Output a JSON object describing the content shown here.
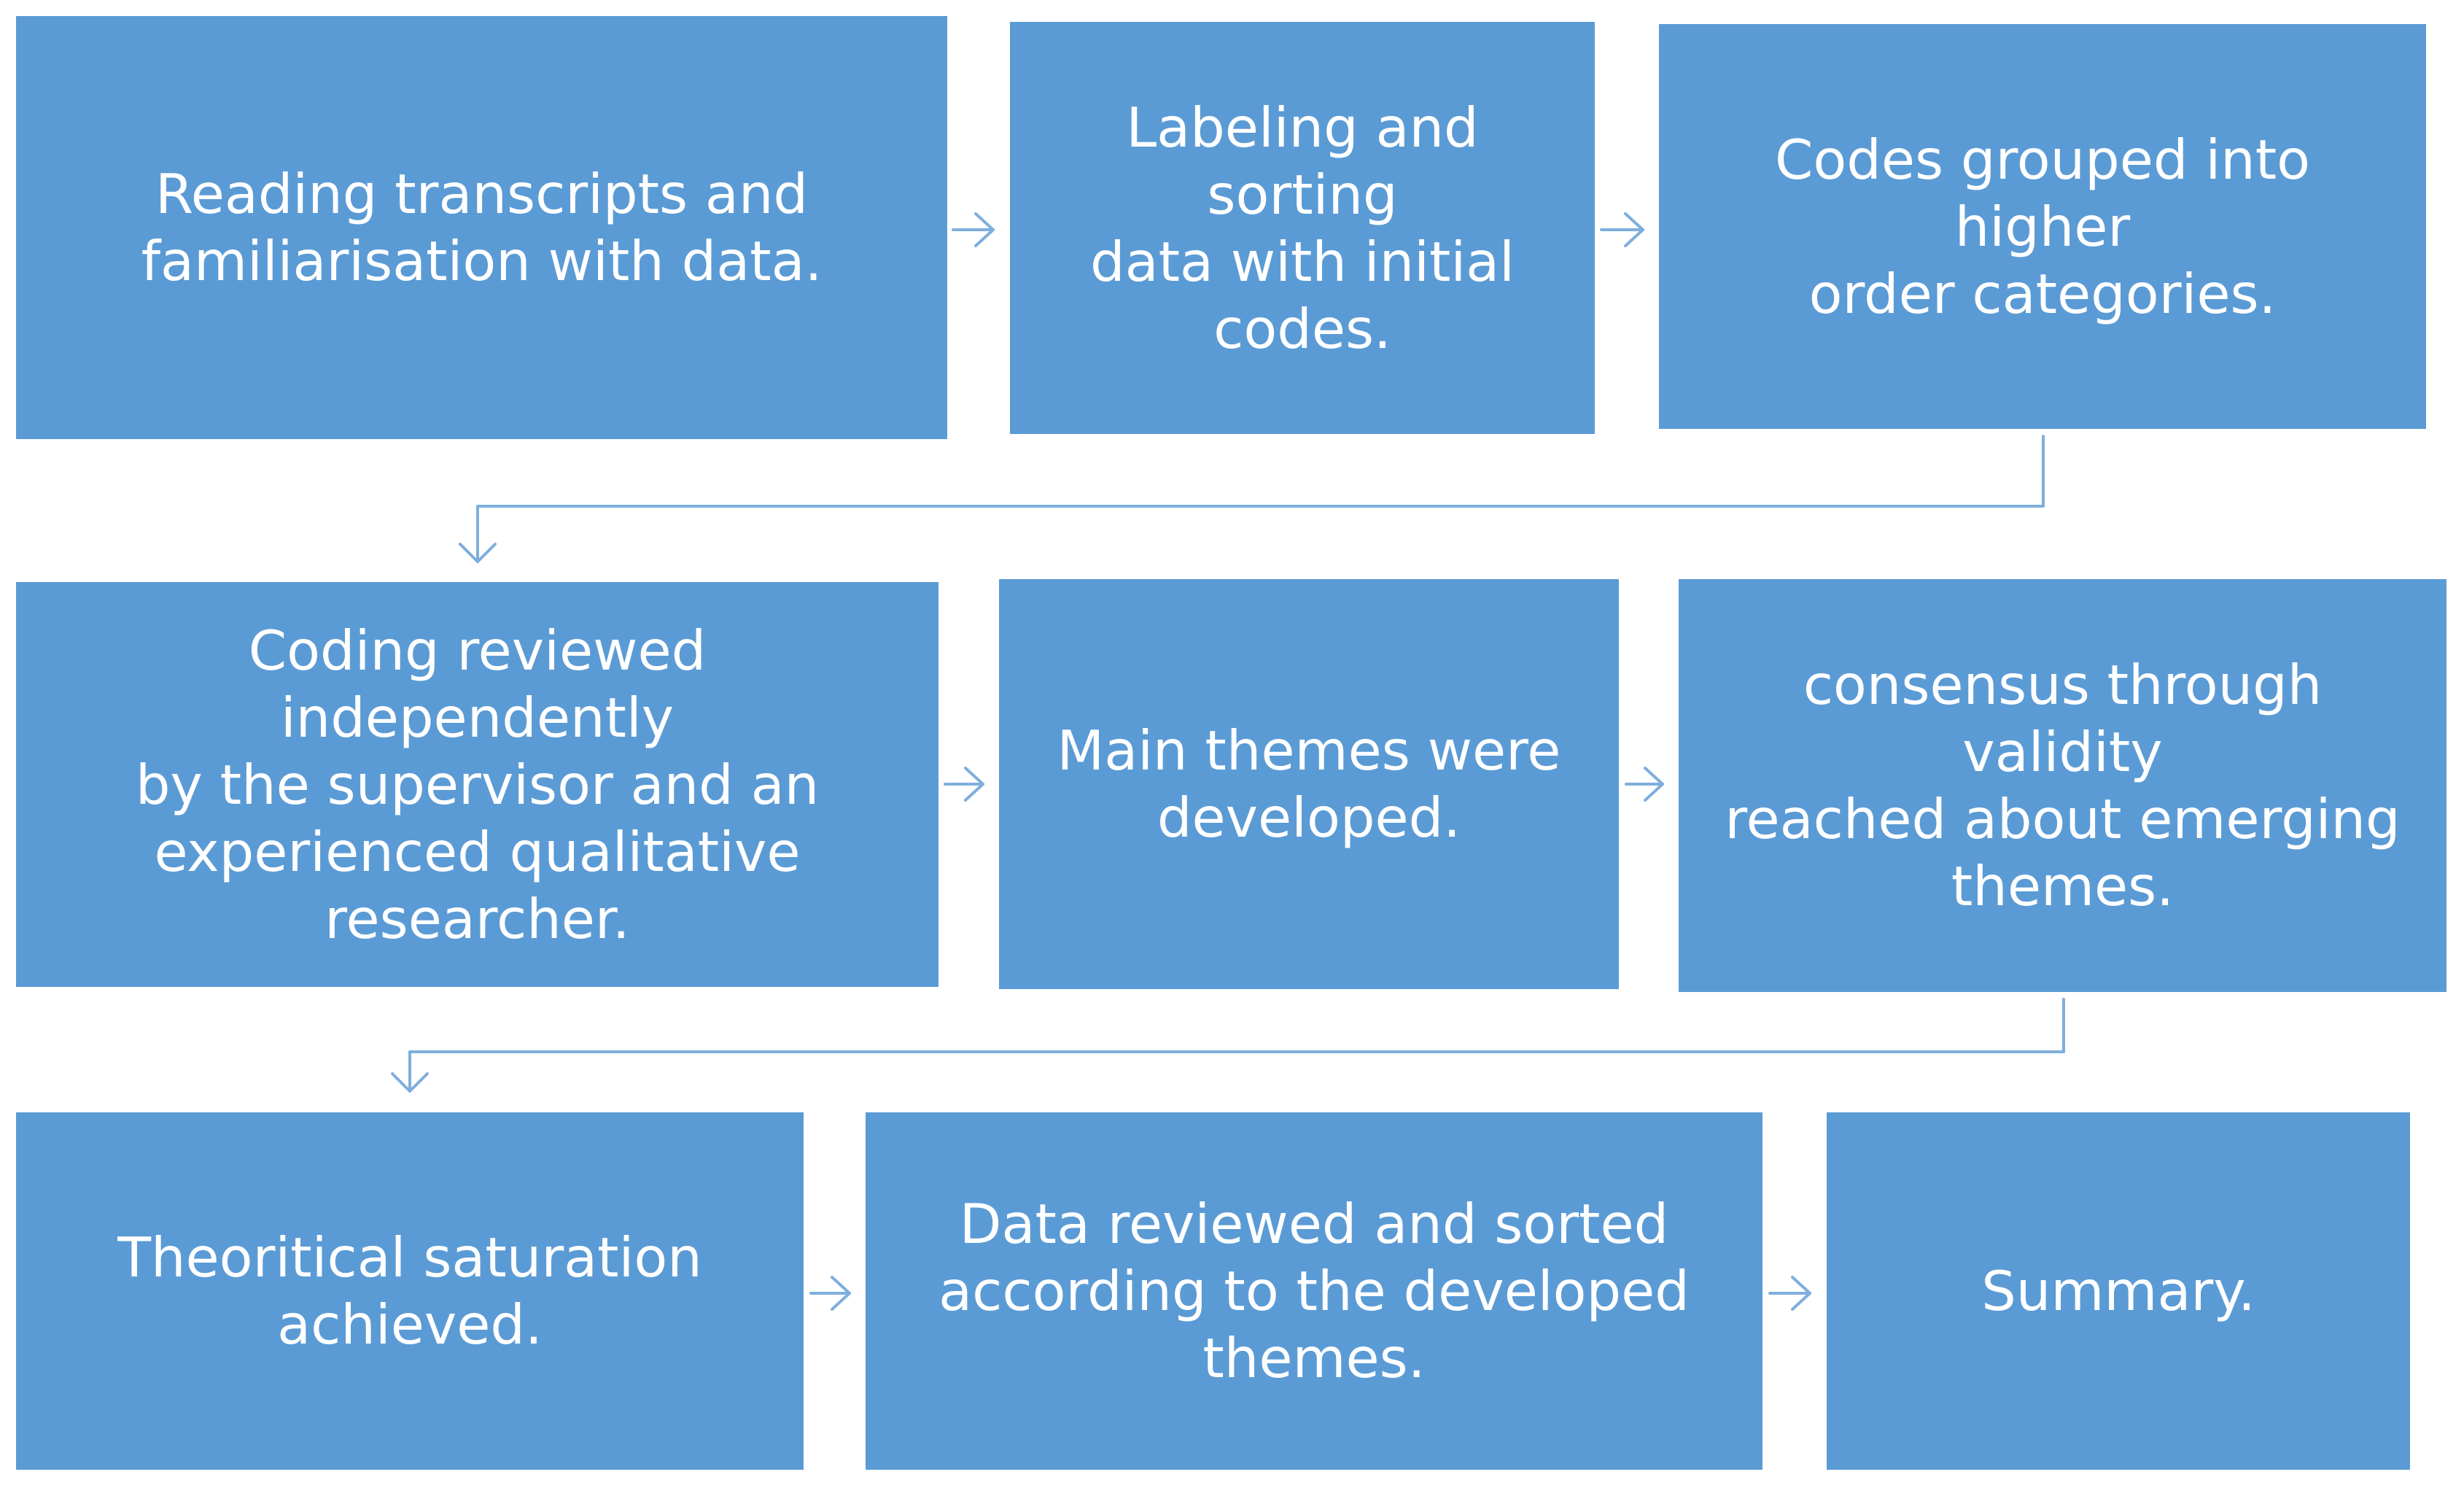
{
  "theme": {
    "box_color": "#5b9bd5",
    "text_color": "#ffffff",
    "connector_color": "#7eaedc"
  },
  "steps": [
    {
      "id": "reading",
      "lines": [
        "Reading transcripts and",
        "familiarisation with data."
      ]
    },
    {
      "id": "labeling",
      "lines": [
        "Labeling and sorting",
        "data with initial",
        "codes."
      ]
    },
    {
      "id": "grouping",
      "lines": [
        "Codes grouped into higher",
        "order categories."
      ]
    },
    {
      "id": "coding-review",
      "lines": [
        "Coding  reviewed independently",
        "by the supervisor and an",
        "experienced qualitative",
        "researcher."
      ]
    },
    {
      "id": "main-themes",
      "lines": [
        "Main themes were",
        "developed."
      ]
    },
    {
      "id": "consensus",
      "lines": [
        "consensus through validity",
        "reached  about emerging",
        "themes."
      ]
    },
    {
      "id": "saturation",
      "lines": [
        "Theoritical saturation",
        "achieved."
      ]
    },
    {
      "id": "data-reviewed",
      "lines": [
        "Data reviewed and sorted",
        "according to the developed",
        "themes."
      ]
    },
    {
      "id": "summary",
      "lines": [
        "Summary."
      ]
    }
  ],
  "connectors": [
    {
      "from": "reading",
      "to": "labeling",
      "kind": "arrow-right"
    },
    {
      "from": "labeling",
      "to": "grouping",
      "kind": "arrow-right"
    },
    {
      "from": "grouping",
      "to": "coding-review",
      "kind": "elbow-down"
    },
    {
      "from": "coding-review",
      "to": "main-themes",
      "kind": "arrow-right"
    },
    {
      "from": "main-themes",
      "to": "consensus",
      "kind": "arrow-right"
    },
    {
      "from": "consensus",
      "to": "saturation",
      "kind": "elbow-down"
    },
    {
      "from": "saturation",
      "to": "data-reviewed",
      "kind": "arrow-right"
    },
    {
      "from": "data-reviewed",
      "to": "summary",
      "kind": "arrow-right"
    }
  ]
}
